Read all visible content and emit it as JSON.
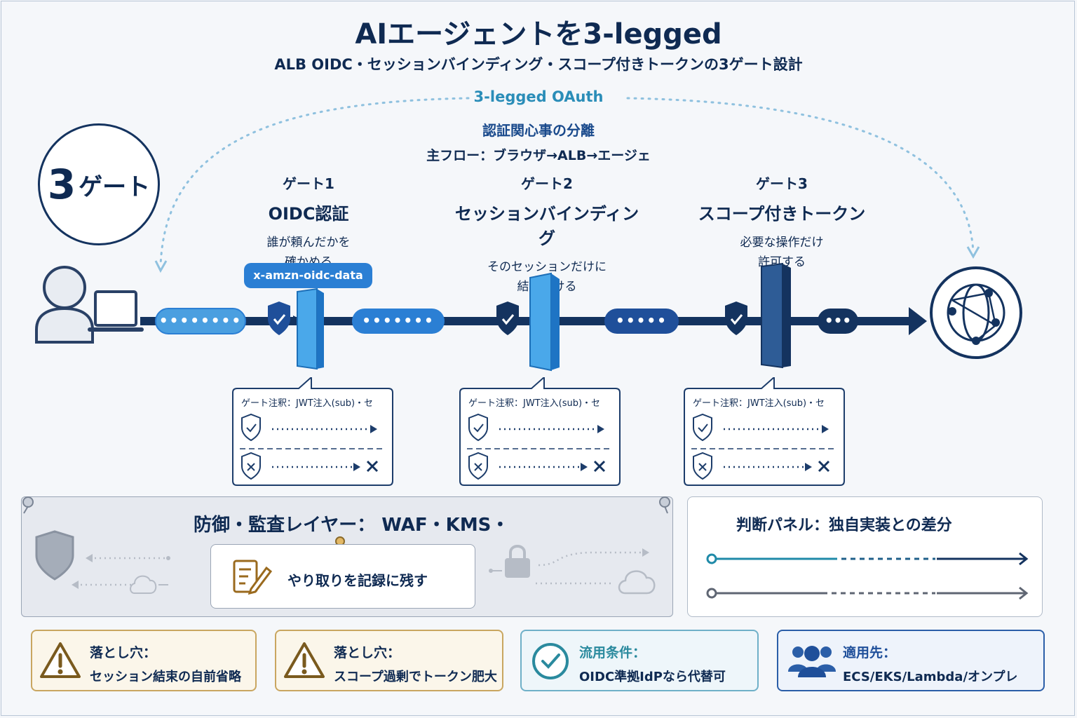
{
  "title": "AIエージェントを3-legged",
  "subtitle": "ALB OIDC・セッションバインディング・スコープ付きトークンの3ゲート設計",
  "flow_label": "3-legged OAuth",
  "concern_title": "認証関心事の分離",
  "main_flow": "主フロー：ブラウザ→ALB→エージェ",
  "badge": {
    "number": "3",
    "label": "ゲート"
  },
  "gates": [
    {
      "num": "ゲート1",
      "name": "OIDC認証",
      "desc1": "誰が頼んだかを",
      "desc2": "確かめる"
    },
    {
      "num": "ゲート2",
      "name": "セッションバインディング",
      "desc1": "そのセッションだけに",
      "desc2": "結びつける"
    },
    {
      "num": "ゲート3",
      "name": "スコープ付きトークン",
      "desc1": "必要な操作だけ",
      "desc2": "許可する"
    }
  ],
  "header_pill": "x-amzn-oidc-data",
  "gate_note": "ゲート注釈：JWT注入(sub)・セ",
  "defense": {
    "title": "防御・監査レイヤー： WAF・KMS・",
    "record": "やり取りを記録に残す"
  },
  "judge": {
    "title": "判断パネル：独自実装との差分"
  },
  "cards": [
    {
      "title": "落とし穴：",
      "text": "セッション結束の自前省略"
    },
    {
      "title": "落とし穴：",
      "text": "スコープ過剰でトークン肥大"
    },
    {
      "title": "流用条件：",
      "text": "OIDC準拠IdPなら代替可"
    },
    {
      "title": "適用先：",
      "text": "ECS/EKS/Lambda/オンプレ"
    }
  ],
  "colors": {
    "navy": "#14335f",
    "blue": "#2b7fd4",
    "light_blue": "#4aa3e8",
    "teal": "#2a8db8",
    "warning": "#7a5a1e",
    "check": "#2a8a9e"
  },
  "icons": [
    "user-icon",
    "laptop-icon",
    "shield-check-icon",
    "globe-network-icon",
    "shield-x-icon",
    "document-edit-icon",
    "lock-icon",
    "cloud-icon",
    "warning-icon",
    "check-circle-icon",
    "group-icon",
    "pin-icon"
  ]
}
